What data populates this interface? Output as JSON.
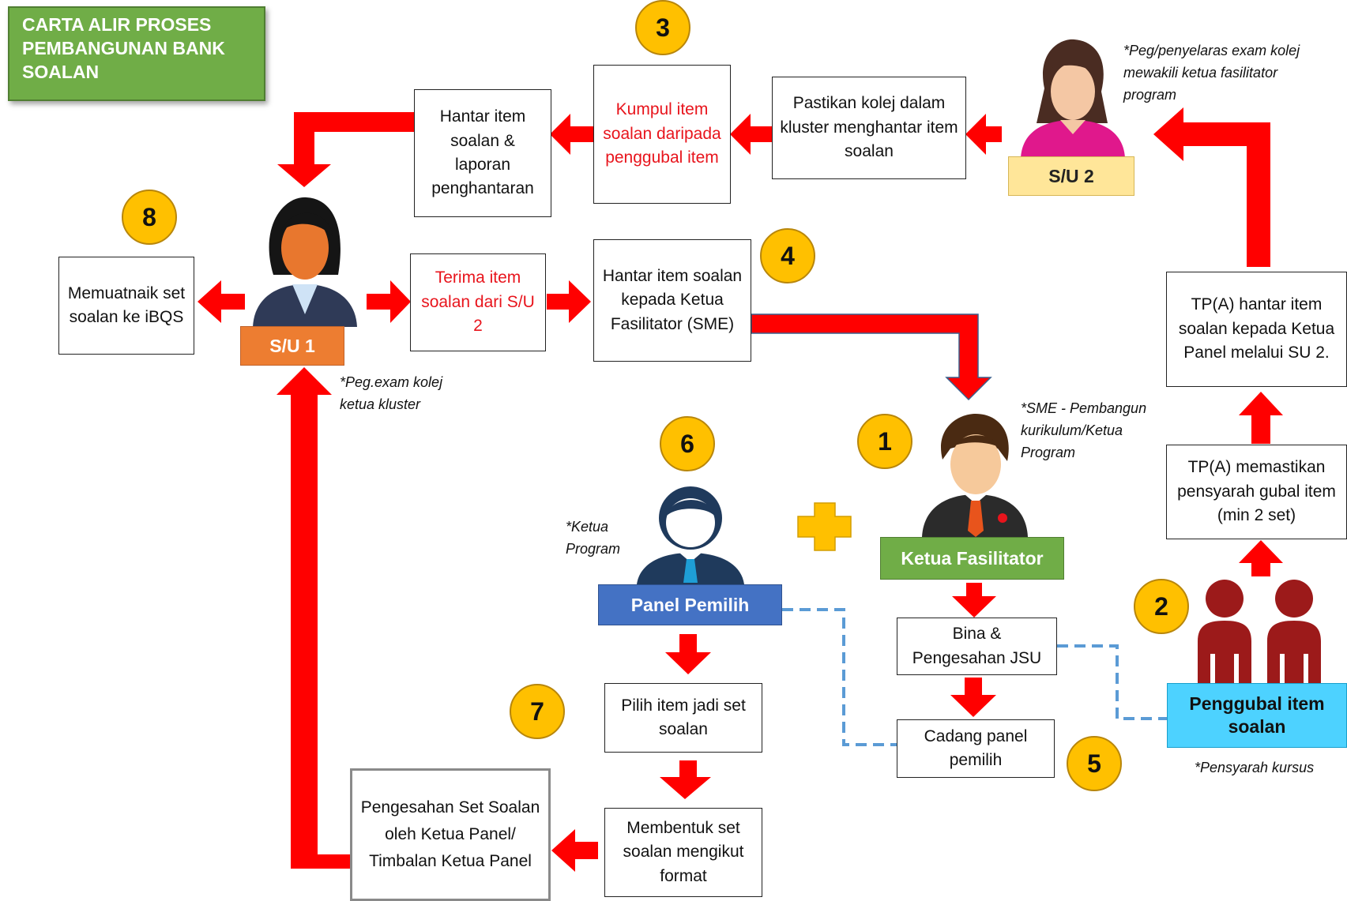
{
  "title": "CARTA ALIR PROSES PEMBANGUNAN BANK SOALAN",
  "roles": {
    "su1": "S/U 1",
    "su2": "S/U 2",
    "ketua_fasilitator": "Ketua Fasilitator",
    "panel_pemilih": "Panel Pemilih",
    "penggubal": "Penggubal item soalan"
  },
  "steps": {
    "hantar_item_laporan": "Hantar item soalan & laporan penghantaran",
    "kumpul_item": "Kumpul item soalan daripada penggubal item",
    "pastikan_kolej": "Pastikan kolej dalam kluster menghantar item soalan",
    "memuatnaik": "Memuatnaik set soalan ke iBQS",
    "terima_item": "Terima item soalan dari S/U 2",
    "hantar_item_sme": "Hantar item soalan kepada Ketua Fasilitator (SME)",
    "tpa_hantar": "TP(A) hantar item soalan kepada Ketua Panel melalui SU 2.",
    "tpa_memastikan": "TP(A) memastikan pensyarah gubal item (min 2 set)",
    "bina_pengesahan": "Bina & Pengesahan JSU",
    "cadang_panel": "Cadang panel pemilih",
    "pilih_item": "Pilih item jadi set soalan",
    "membentuk_set": "Membentuk set soalan mengikut format",
    "pengesahan_set": "Pengesahan Set Soalan oleh Ketua Panel/ Timbalan Ketua Panel"
  },
  "notes": {
    "su2": "*Peg/penyelaras exam kolej mewakili ketua fasilitator program",
    "su1": "*Peg.exam kolej ketua kluster",
    "sme": "*SME - Pembangun kurikulum/Ketua Program",
    "ketua_program": "*Ketua Program",
    "pensyarah": "*Pensyarah kursus"
  },
  "badges": [
    "1",
    "2",
    "3",
    "4",
    "5",
    "6",
    "7",
    "8"
  ],
  "icons": {
    "su1": "businesswoman-icon",
    "su2": "woman-icon",
    "ketua_fasilitator": "businessman-icon",
    "panel_pemilih": "man-icon",
    "penggubal": "people-group-icon",
    "plus": "plus-icon"
  },
  "colors": {
    "arrow_red": "#ff0000",
    "badge_gold": "#ffc000",
    "title_green": "#70ad47",
    "su1_orange": "#ed7d31",
    "su2_yellow": "#ffe699",
    "ketua_green": "#70ad47",
    "panel_blue": "#4472c4",
    "penggubal_cyan": "#4dd2ff",
    "dash_blue": "#5b9bd5"
  }
}
